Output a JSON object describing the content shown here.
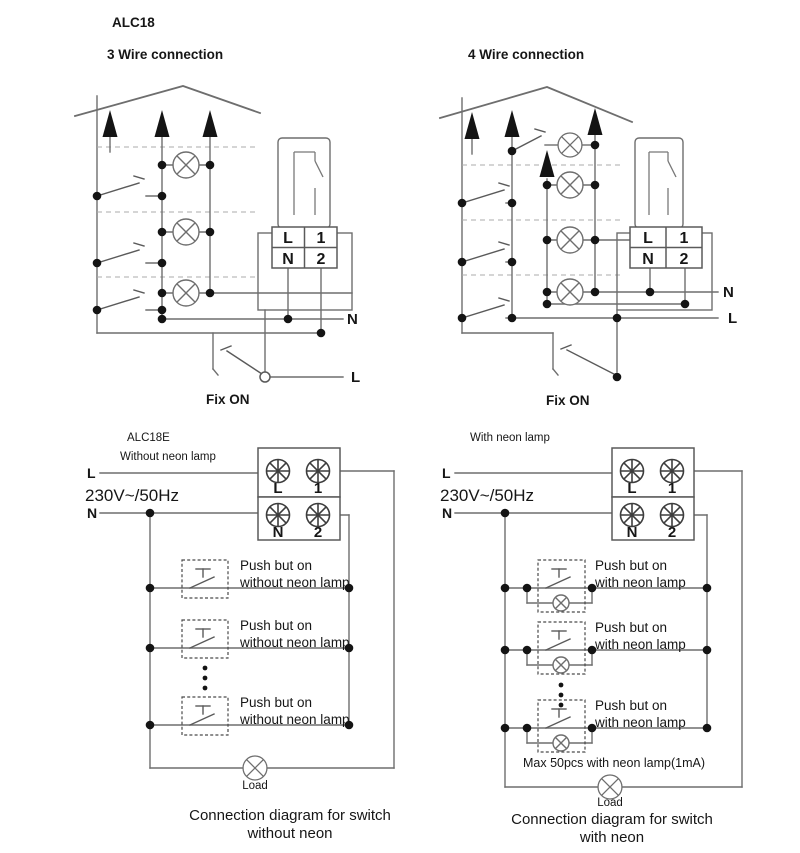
{
  "colors": {
    "wire": "#6e6e6e",
    "text": "#161616",
    "junction": "#141414",
    "background": "#ffffff"
  },
  "header": {
    "model": "ALC18"
  },
  "top_left": {
    "title": "3 Wire connection",
    "terminals": {
      "l": "L",
      "one": "1",
      "n": "N",
      "two": "2"
    },
    "neutral": "N",
    "live": "L",
    "fix_on": "Fix ON"
  },
  "top_right": {
    "title": "4 Wire connection",
    "terminals": {
      "l": "L",
      "one": "1",
      "n": "N",
      "two": "2"
    },
    "neutral": "N",
    "live": "L",
    "fix_on": "Fix ON"
  },
  "bottom_left": {
    "model": "ALC18E",
    "subtitle": "Without neon lamp",
    "live": "L",
    "voltage": "230V~/50Hz",
    "neutral": "N",
    "terminals": {
      "l": "L",
      "one": "1",
      "n": "N",
      "two": "2"
    },
    "push_line1": "Push but on",
    "push_line2": "without neon lamp",
    "load": "Load",
    "caption_line1": "Connection diagram for switch",
    "caption_line2": "without neon"
  },
  "bottom_right": {
    "subtitle": "With neon lamp",
    "live": "L",
    "voltage": "230V~/50Hz",
    "neutral": "N",
    "terminals": {
      "l": "L",
      "one": "1",
      "n": "N",
      "two": "2"
    },
    "push_line1": "Push but on",
    "push_line2": "with neon lamp",
    "max_note": "Max 50pcs with neon lamp(1mA)",
    "load": "Load",
    "caption_line1": "Connection diagram for switch",
    "caption_line2": "with neon"
  }
}
